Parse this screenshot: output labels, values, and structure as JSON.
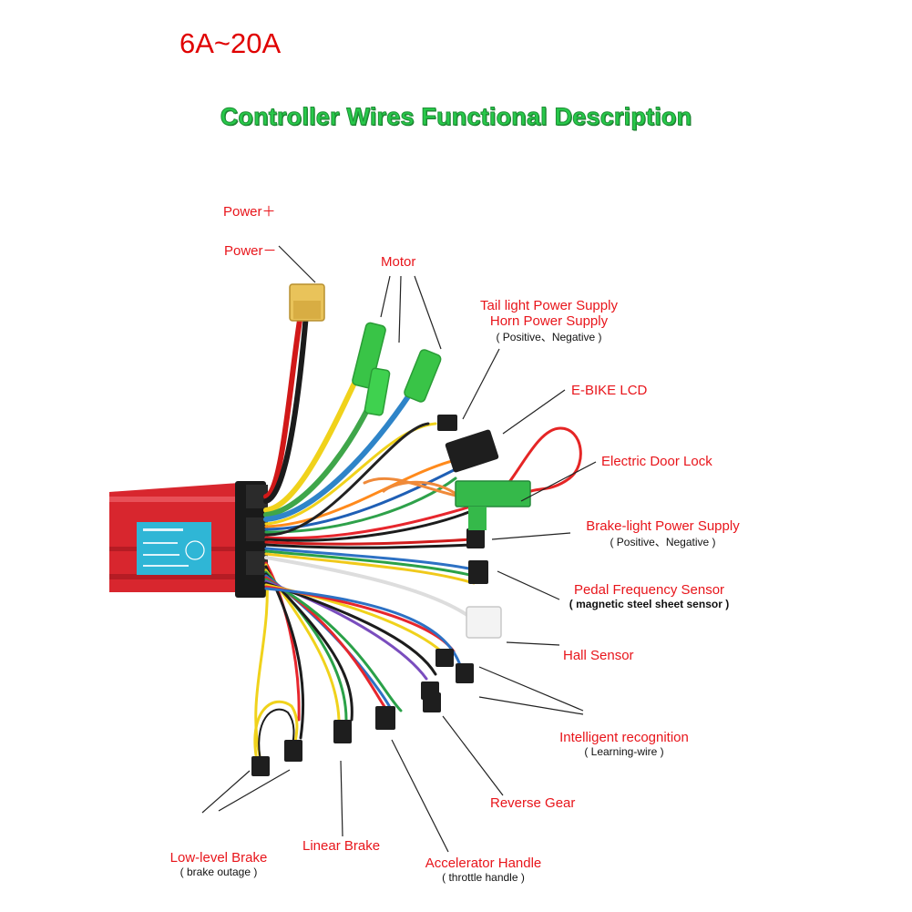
{
  "header": {
    "current_range": "6A~20A",
    "title": "Controller Wires Functional Description"
  },
  "labels": {
    "power_plus": "Power＋",
    "power_minus": "Power－",
    "motor": "Motor",
    "tail_light": "Tail light Power Supply",
    "horn": "Horn Power Supply",
    "tail_sub": "( Positive、Negative )",
    "ebike_lcd": "E-BIKE  LCD",
    "door_lock": "Electric Door Lock",
    "brake_light": "Brake-light Power Supply",
    "brake_light_sub": "( Positive、Negative )",
    "pedal": "Pedal Frequency Sensor",
    "pedal_sub": "( magnetic steel sheet sensor )",
    "hall": "Hall Sensor",
    "intelligent": "Intelligent  recognition",
    "intelligent_sub": "( Learning-wire )",
    "reverse": "Reverse Gear",
    "linear_brake": "Linear Brake",
    "low_brake": "Low-level Brake",
    "low_brake_sub": "( brake outage )",
    "accel": "Accelerator Handle",
    "accel_sub": "( throttle handle )"
  },
  "colors": {
    "accent_red": "#e8151b",
    "title_green": "#27c94a",
    "controller_red": "#d8262e",
    "connector_green": "#39c447",
    "xt60_yellow": "#e9c35a"
  }
}
